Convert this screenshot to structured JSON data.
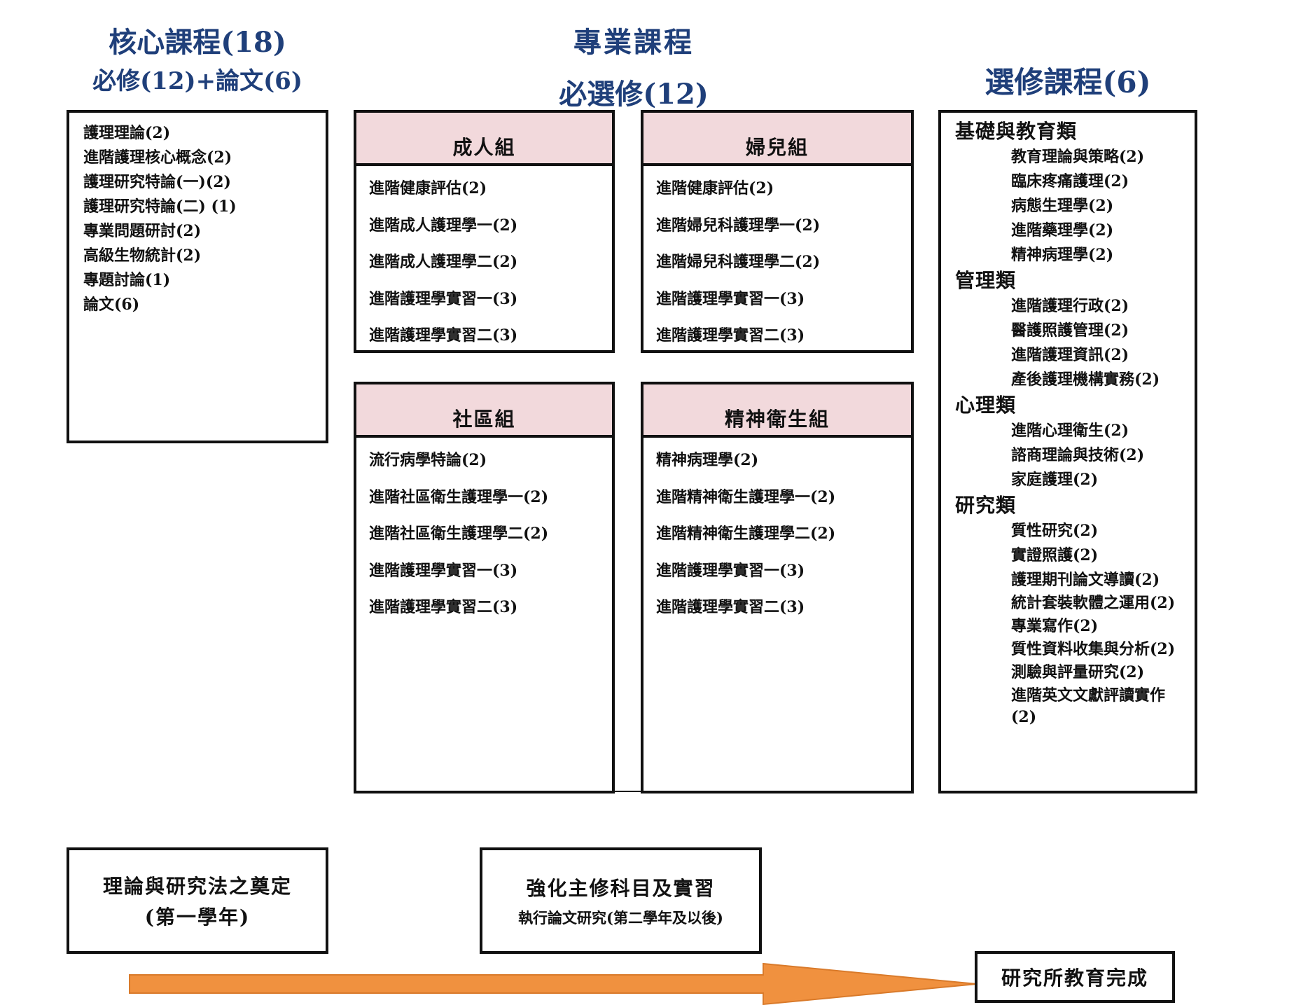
{
  "core": {
    "title": "核心課程(18)",
    "subtitle": "必修(12)+論文(6)",
    "items": [
      "護理理論(2)",
      "進階護理核心概念(2)",
      "護理研究特論(一)(2)",
      "護理研究特論(二) (1)",
      "專業問題研討(2)",
      "高級生物統計(2)",
      "專題討論(1)",
      "論文(6)"
    ]
  },
  "professional": {
    "title": "專業課程",
    "subtitle": "必選修(12)",
    "groups": [
      {
        "name": "成人組",
        "items": [
          "進階健康評估(2)",
          "進階成人護理學一(2)",
          "進階成人護理學二(2)",
          "進階護理學實習一(3)",
          "進階護理學實習二(3)"
        ]
      },
      {
        "name": "婦兒組",
        "items": [
          "進階健康評估(2)",
          "進階婦兒科護理學一(2)",
          "進階婦兒科護理學二(2)",
          "進階護理學實習一(3)",
          "進階護理學實習二(3)"
        ]
      },
      {
        "name": "社區組",
        "items": [
          "流行病學特論(2)",
          "進階社區衛生護理學一(2)",
          "進階社區衛生護理學二(2)",
          "進階護理學實習一(3)",
          "進階護理學實習二(3)"
        ]
      },
      {
        "name": "精神衛生組",
        "items": [
          "精神病理學(2)",
          "進階精神衛生護理學一(2)",
          "進階精神衛生護理學二(2)",
          "進階護理學實習一(3)",
          "進階護理學實習二(3)"
        ]
      }
    ]
  },
  "elective": {
    "title": "選修課程(6)",
    "categories": [
      {
        "name": "基礎與教育類",
        "items": [
          "教育理論與策略(2)",
          "臨床疼痛護理(2)",
          "病態生理學(2)",
          "進階藥理學(2)",
          "精神病理學(2)"
        ]
      },
      {
        "name": "管理類",
        "items": [
          "進階護理行政(2)",
          "醫護照護管理(2)",
          "進階護理資訊(2)",
          "產後護理機構實務(2)"
        ]
      },
      {
        "name": "心理類",
        "items": [
          "進階心理衛生(2)",
          "諮商理論與技術(2)",
          "家庭護理(2)"
        ]
      },
      {
        "name": "研究類",
        "items": [
          "質性研究(2)",
          "實證照護(2)",
          "護理期刊論文導讀(2)",
          "統計套裝軟體之運用(2)",
          "專業寫作(2)",
          "質性資料收集與分析(2)",
          "測驗與評量研究(2)",
          "進階英文文獻評讀實作(2)"
        ]
      }
    ]
  },
  "phases": {
    "first": {
      "line1": "理論與研究法之奠定",
      "line2": "(第一學年)"
    },
    "second": {
      "line1": "強化主修科目及實習",
      "line2": "執行論文研究(第二學年及以後)"
    },
    "complete": "研究所教育完成"
  },
  "colors": {
    "heading": "#1f3f7a",
    "group_header": "#f2d9dc",
    "arrow": "#f0913f"
  }
}
